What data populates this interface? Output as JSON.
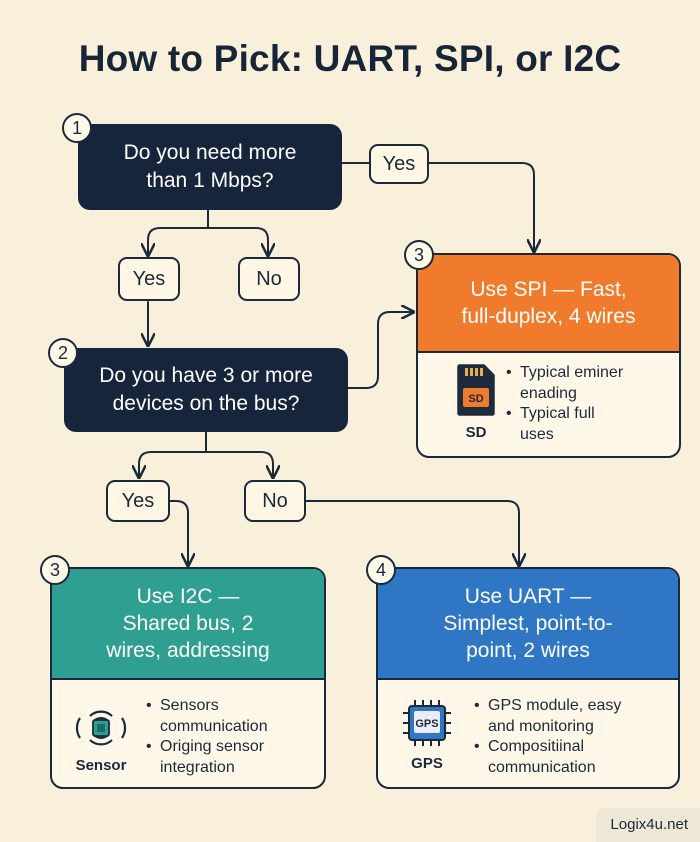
{
  "title": "How to Pick: UART, SPI, or I2C",
  "questions": [
    {
      "number": "1",
      "text": "Do you need more\nthan 1 Mbps?"
    },
    {
      "number": "2",
      "text": "Do you have 3 or more\ndevices on the bus?"
    }
  ],
  "answers": {
    "q1_yes_right": "Yes",
    "q1_yes": "Yes",
    "q1_no": "No",
    "q2_yes": "Yes",
    "q2_no": "No"
  },
  "cards": {
    "spi": {
      "number": "3",
      "title": "Use SPI — Fast,\nfull-duplex, 4 wires",
      "color": "#f07b2d",
      "icon": "sd-card-icon",
      "icon_chip_text": "SD",
      "icon_label": "SD",
      "bullets": [
        "Typical eminer\nenading",
        "Typical full\nuses"
      ]
    },
    "i2c": {
      "number": "3",
      "title": "Use I2C —\nShared bus, 2\nwires, addressing",
      "color": "#2f9f91",
      "icon": "sensor-icon",
      "icon_label": "Sensor",
      "bullets": [
        "Sensors\ncommunication",
        "Origing sensor\nintegration"
      ]
    },
    "uart": {
      "number": "4",
      "title": "Use UART —\nSimplest, point-to-\npoint, 2 wires",
      "color": "#2f76c5",
      "icon": "gps-chip-icon",
      "icon_chip_text": "GPS",
      "icon_label": "GPS",
      "bullets": [
        "GPS module, easy\nand monitoring",
        "Compositiinal\ncommunication"
      ]
    }
  },
  "footer": "Logix4u.net",
  "colors": {
    "background": "#f9f0dc",
    "question": "#16253b",
    "ink": "#1b2a3a"
  }
}
